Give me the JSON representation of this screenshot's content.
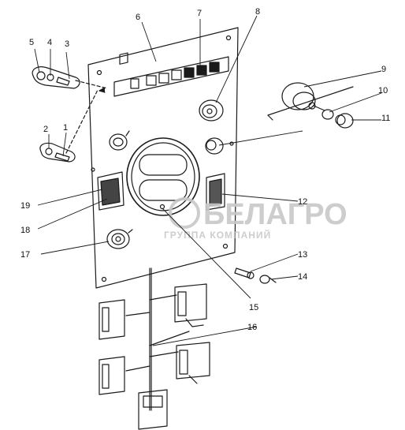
{
  "diagram": {
    "callouts": [
      "1",
      "2",
      "3",
      "4",
      "5",
      "6",
      "7",
      "8",
      "9",
      "10",
      "11",
      "12",
      "13",
      "14",
      "15",
      "16",
      "17",
      "18",
      "19"
    ]
  },
  "watermark": {
    "brand": "БЕЛАГРО",
    "tagline": "ГРУППА КОМПАНИЙ"
  },
  "colors": {
    "line": "#1a1a1a",
    "watermark": "#c8c8c8"
  }
}
